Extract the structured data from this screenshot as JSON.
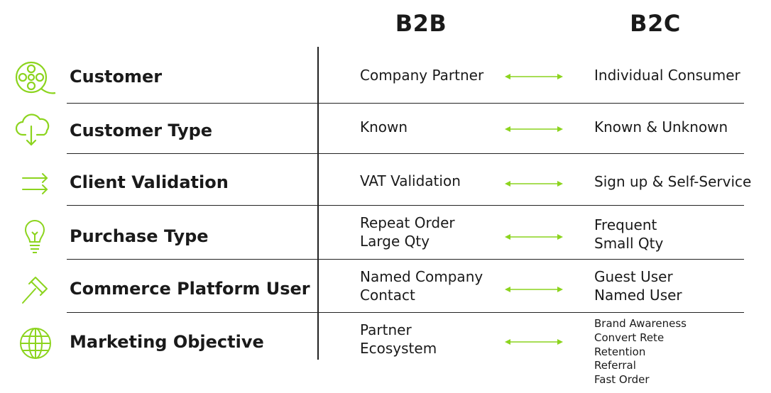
{
  "columns": {
    "b2b": "B2B",
    "b2c": "B2C"
  },
  "accent_color": "#8cd41e",
  "rows": [
    {
      "label": "Customer",
      "icon": "film-reel-icon",
      "b2b": [
        "Company Partner"
      ],
      "b2c": [
        "Individual Consumer"
      ]
    },
    {
      "label": "Customer Type",
      "icon": "cloud-download-icon",
      "b2b": [
        "Known"
      ],
      "b2c": [
        "Known & Unknown"
      ]
    },
    {
      "label": "Client Validation",
      "icon": "double-arrow-right-icon",
      "b2b": [
        "VAT Validation"
      ],
      "b2c": [
        "Sign up & Self-Service"
      ]
    },
    {
      "label": "Purchase Type",
      "icon": "lightbulb-icon",
      "b2b": [
        "Repeat Order",
        "Large Qty"
      ],
      "b2c": [
        "Frequent",
        "Small Qty"
      ]
    },
    {
      "label": "Commerce Platform User",
      "icon": "gavel-icon",
      "b2b": [
        "Named Company",
        "Contact"
      ],
      "b2c": [
        "Guest User",
        "Named User"
      ]
    },
    {
      "label": "Marketing Objective",
      "icon": "globe-icon",
      "b2b": [
        "Partner",
        "Ecosystem"
      ],
      "b2c": [
        "Brand Awareness",
        "Convert Rete",
        "Retention",
        "Referral",
        "Fast Order"
      ]
    }
  ]
}
